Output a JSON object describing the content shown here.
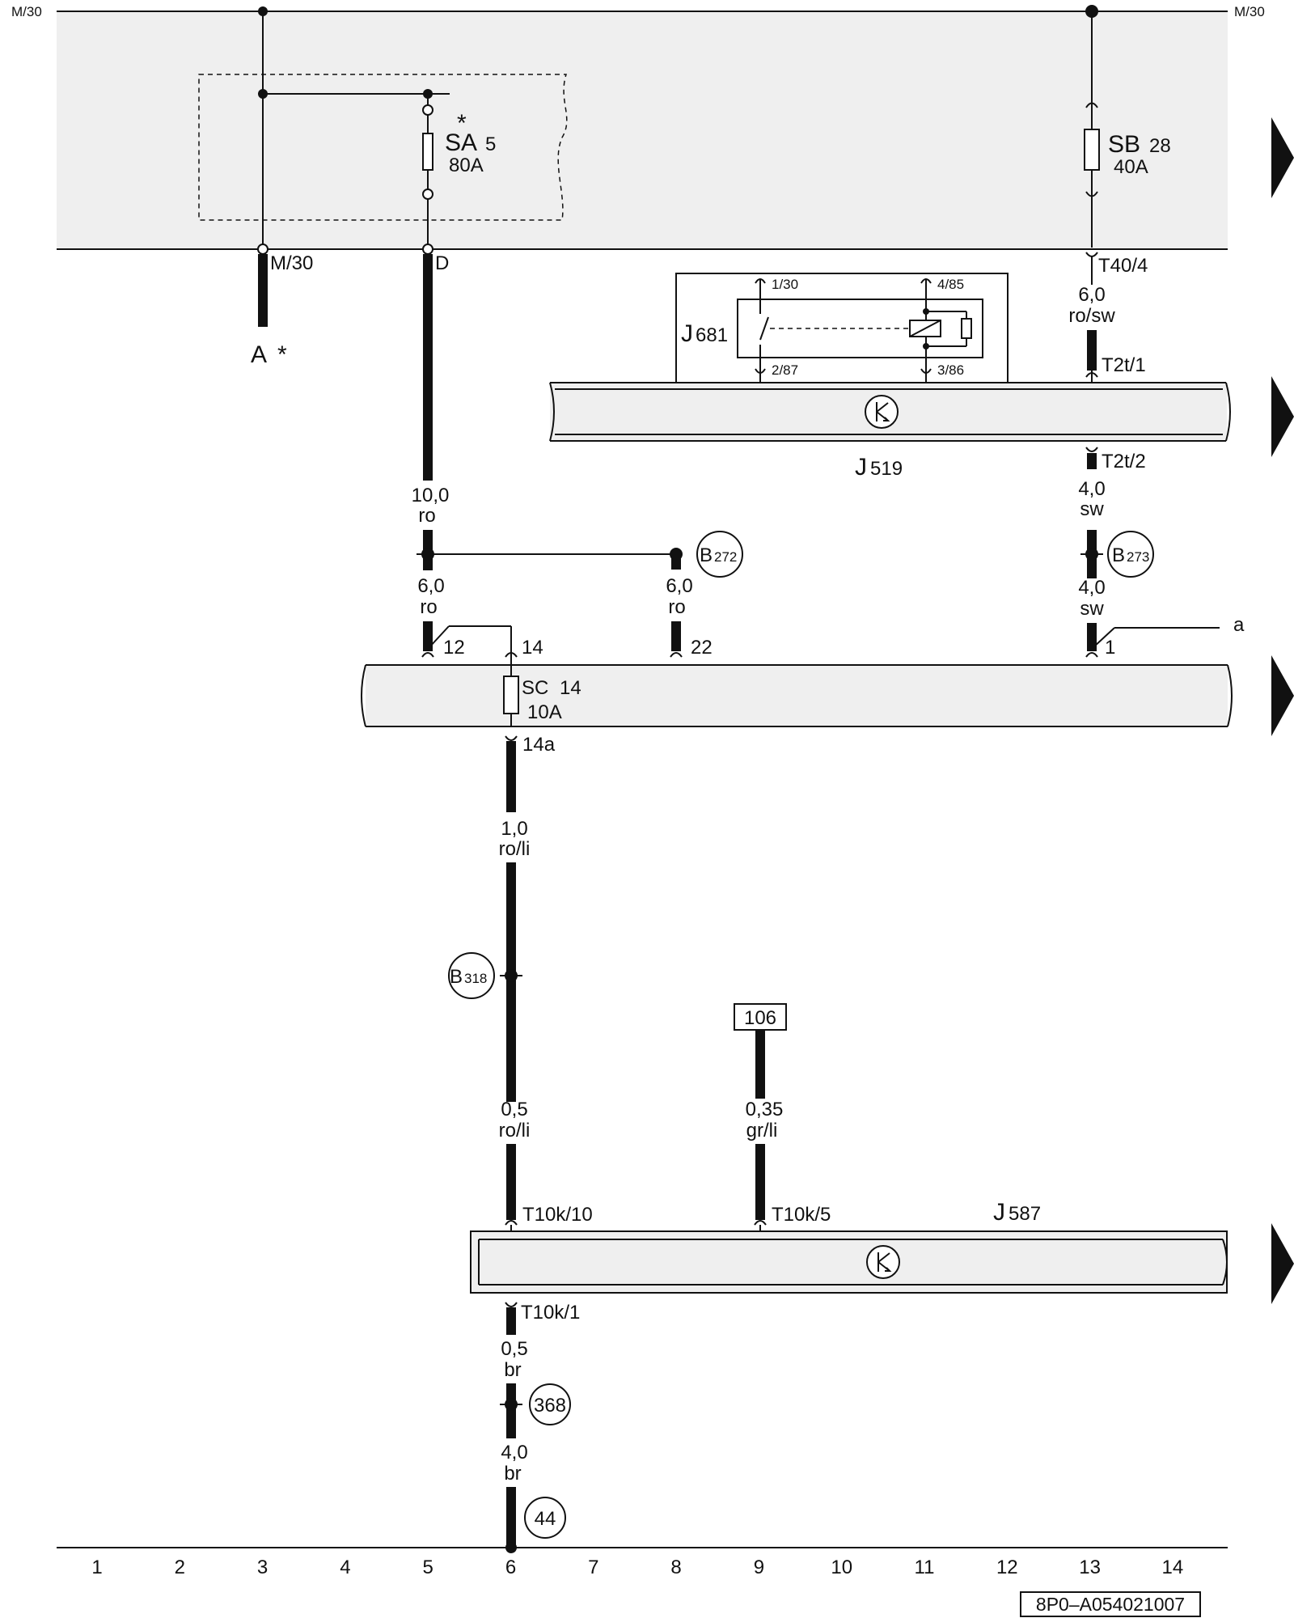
{
  "rail": {
    "left": "M/30",
    "right": "M/30"
  },
  "fuses": {
    "sa": {
      "letters": "SA",
      "number": "5",
      "rating": "80A",
      "star": "*"
    },
    "sb": {
      "letters": "SB",
      "number": "28",
      "rating": "40A"
    },
    "sc": {
      "letters": "SC",
      "number": "14",
      "rating": "10A"
    }
  },
  "terminals": {
    "m30": "M/30",
    "d": "D",
    "t40_4": "T40/4",
    "t2t_1": "T2t/1",
    "t2t_2": "T2t/2",
    "p12": "12",
    "p14": "14",
    "p22": "22",
    "p1": "1",
    "p14a": "14a",
    "t10k_10": "T10k/10",
    "t10k_5": "T10k/5",
    "t10k_1": "T10k/1",
    "a": "a"
  },
  "relay": {
    "letter": "J",
    "number": "681",
    "pins": {
      "p1_30": "1/30",
      "p2_87": "2/87",
      "p4_85": "4/85",
      "p3_86": "3/86"
    }
  },
  "units": {
    "j519": {
      "letter": "J",
      "number": "519"
    },
    "j587": {
      "letter": "J",
      "number": "587"
    }
  },
  "a_ref": {
    "letter": "A",
    "star": "*"
  },
  "wires": {
    "w1": {
      "size": "10,0",
      "color": "ro"
    },
    "w2": {
      "size": "6,0",
      "color": "ro"
    },
    "w3": {
      "size": "6,0",
      "color": "ro"
    },
    "w4": {
      "size": "6,0",
      "color": "ro/sw"
    },
    "w5": {
      "size": "4,0",
      "color": "sw"
    },
    "w6": {
      "size": "4,0",
      "color": "sw"
    },
    "w7": {
      "size": "1,0",
      "color": "ro/li"
    },
    "w8": {
      "size": "0,5",
      "color": "ro/li"
    },
    "w9": {
      "size": "0,35",
      "color": "gr/li"
    },
    "w10": {
      "size": "0,5",
      "color": "br"
    },
    "w11": {
      "size": "4,0",
      "color": "br"
    }
  },
  "connectors": {
    "b272": {
      "letter": "B",
      "number": "272"
    },
    "b273": {
      "letter": "B",
      "number": "273"
    },
    "b318": {
      "letter": "B",
      "number": "318"
    },
    "c368": "368",
    "c44": "44"
  },
  "ref_box": "106",
  "axis": [
    "1",
    "2",
    "3",
    "4",
    "5",
    "6",
    "7",
    "8",
    "9",
    "10",
    "11",
    "12",
    "13",
    "14"
  ],
  "doc_code": "8P0–A054021007"
}
